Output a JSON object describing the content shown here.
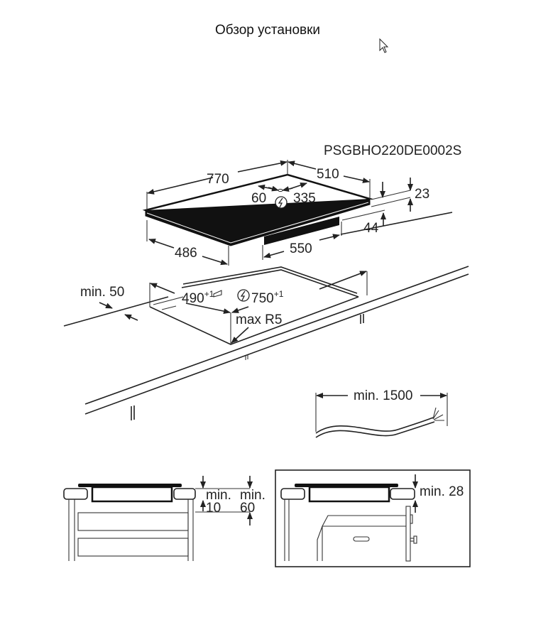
{
  "page": {
    "title": "Обзор установки"
  },
  "diagram": {
    "model_code": "PSGBHO220DE0002S",
    "hob_dimensions": {
      "width": "770",
      "depth": "510",
      "body_depth": "486",
      "body_width": "550",
      "thickness": "23",
      "height": "44",
      "conn_offset_left": "60",
      "conn_offset_right": "335"
    },
    "cutout": {
      "depth": "490",
      "depth_tol": "+1",
      "width": "750",
      "width_tol": "+1",
      "radius": "max R5",
      "edge_distance": "min. 50"
    },
    "cable": {
      "length": "min. 1500"
    },
    "side_views": {
      "left": {
        "gap_label_1": "min.",
        "gap_value_1": "10",
        "gap_label_2": "min.",
        "gap_value_2": "60"
      },
      "right": {
        "gap": "min. 28"
      }
    }
  }
}
